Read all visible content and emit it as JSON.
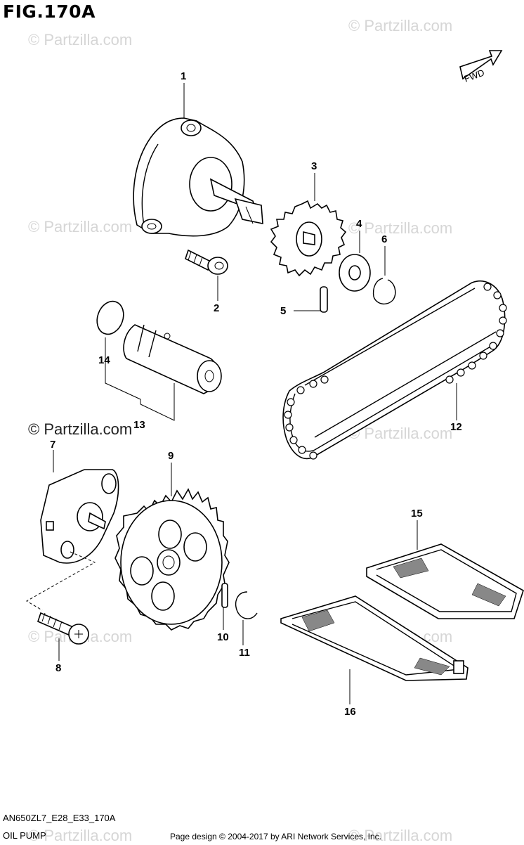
{
  "figure": {
    "title": "FIG.170A",
    "direction_label": "FWD"
  },
  "watermarks": {
    "text": "© Partzilla.com",
    "prominent_text": "© Partzilla.com"
  },
  "callouts": [
    {
      "id": "1",
      "label": "1"
    },
    {
      "id": "2",
      "label": "2"
    },
    {
      "id": "3",
      "label": "3"
    },
    {
      "id": "4",
      "label": "4"
    },
    {
      "id": "5",
      "label": "5"
    },
    {
      "id": "6",
      "label": "6"
    },
    {
      "id": "7",
      "label": "7"
    },
    {
      "id": "8",
      "label": "8"
    },
    {
      "id": "9",
      "label": "9"
    },
    {
      "id": "10",
      "label": "10"
    },
    {
      "id": "11",
      "label": "11"
    },
    {
      "id": "12",
      "label": "12"
    },
    {
      "id": "13",
      "label": "13"
    },
    {
      "id": "14",
      "label": "14"
    },
    {
      "id": "15",
      "label": "15"
    },
    {
      "id": "16",
      "label": "16"
    }
  ],
  "footer": {
    "diagram_code": "AN650ZL7_E28_E33_170A",
    "section_name": "OIL PUMP",
    "copyright": "Page design © 2004-2017 by ARI Network Services, Inc."
  }
}
